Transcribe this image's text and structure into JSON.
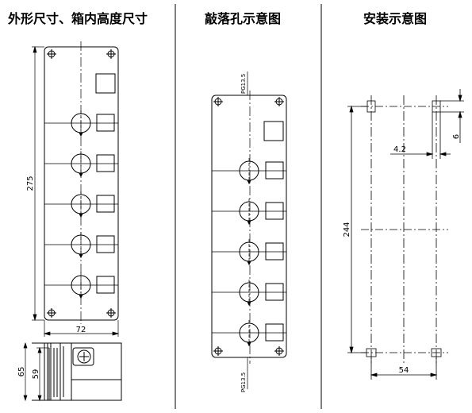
{
  "titles": {
    "outline": "外形尺寸、箱内高度尺寸",
    "knockout": "敲落孔示意图",
    "install": "安装示意图"
  },
  "dimensions": {
    "height": "275",
    "width": "72",
    "depth_outer": "65",
    "depth_inner": "59",
    "hole_pitch_vertical": "244",
    "hole_pitch_horizontal": "54",
    "hole_width": "4.2",
    "hole_height": "6"
  },
  "labels": {
    "pg_thread": "PG13.5"
  },
  "button_count": 5
}
